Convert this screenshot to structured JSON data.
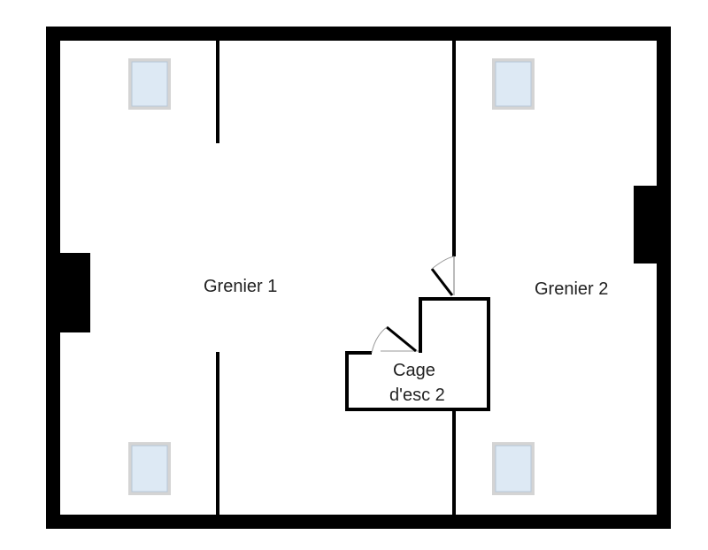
{
  "rooms": {
    "grenier_1": "Grenier 1",
    "grenier_2": "Grenier 2",
    "cage_line1": "Cage",
    "cage_line2": "d'esc 2"
  },
  "colors": {
    "wall": "#000000",
    "window_frame": "#d4d4d4",
    "window_glass": "#dde9f4",
    "door_swing": "#9a9a9a",
    "label": "#222222",
    "background": "#ffffff"
  }
}
